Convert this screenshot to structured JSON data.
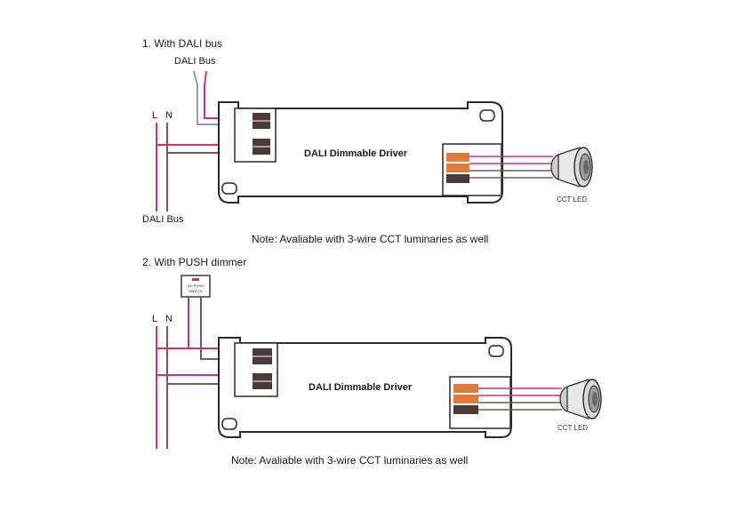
{
  "diagram1": {
    "title": "1. With DALI bus",
    "bus_label_top": "DALI Bus",
    "line_label": "L",
    "neutral_label": "N",
    "bus_label_bottom": "DALI Bus",
    "driver_label": "DALI Dimmable Driver",
    "led_label": "CCT LED",
    "note": "Note: Avaliable with 3-wire CCT luminaries as well"
  },
  "diagram2": {
    "title": "2. With PUSH dimmer",
    "switch_label_line1": "AC PUSH",
    "switch_label_line2": "SWITCH",
    "line_label": "L",
    "neutral_label": "N",
    "driver_label": "DALI Dimmable Driver",
    "led_label": "CCT LED",
    "note": "Note: Avaliable with 3-wire CCT luminaries as well"
  },
  "colors": {
    "wire_pink": "#d6336c",
    "wire_brown": "#7a5a50",
    "wire_grey": "#9a9a9a",
    "terminal_dark": "#4a3a3a",
    "terminal_orange": "#e07a3a",
    "outline": "#2a2a2a"
  }
}
